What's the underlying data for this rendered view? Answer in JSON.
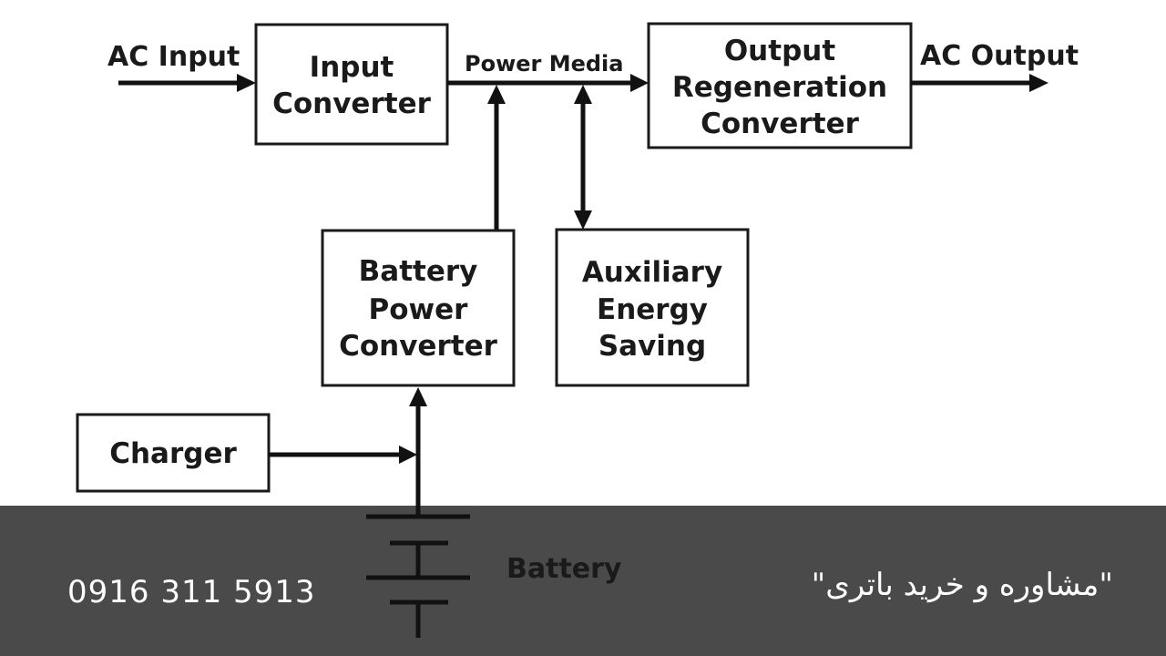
{
  "diagram": {
    "edges": {
      "ac_input": "AC Input",
      "power_media": "Power Media",
      "ac_output": "AC Output"
    },
    "nodes": {
      "input_converter": [
        "Input",
        "Converter"
      ],
      "output_regeneration": [
        "Output",
        "Regeneration",
        "Converter"
      ],
      "battery_power_converter": [
        "Battery",
        "Power",
        "Converter"
      ],
      "auxiliary_energy_saving": [
        "Auxiliary",
        "Energy",
        "Saving"
      ],
      "charger": "Charger",
      "battery": "Battery"
    }
  },
  "footer": {
    "phone": "0916 311 5913",
    "caption": "\"مشاوره و خرید باتری\""
  },
  "colors": {
    "footer_background": "#4a4a4a",
    "line": "#111111",
    "text": "#1a1a1a"
  }
}
